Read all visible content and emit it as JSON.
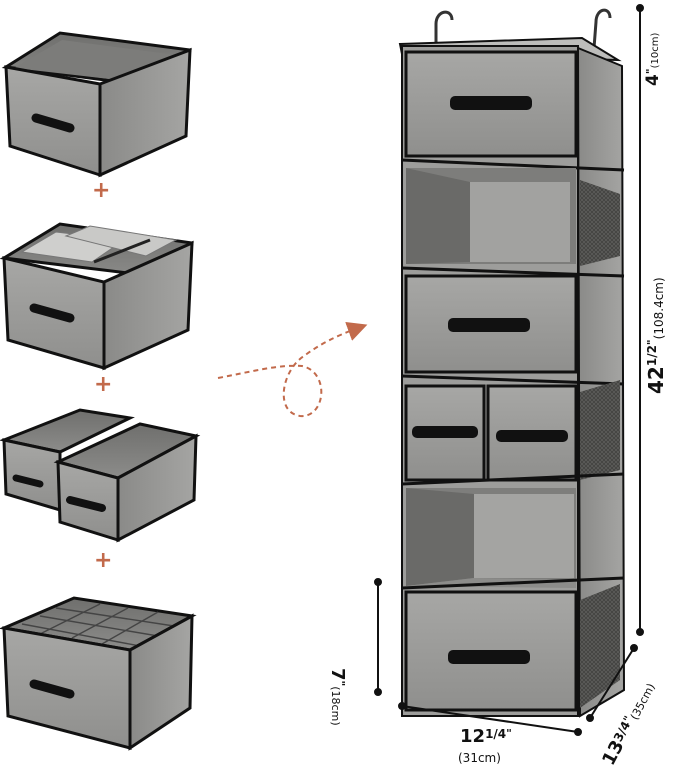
{
  "operators": {
    "plus_1": "+",
    "plus_2": "+",
    "plus_3": "+"
  },
  "dimensions": {
    "top_drawer_height": {
      "value": "4",
      "unit_mark": "\"",
      "metric": "(10cm)"
    },
    "total_height": {
      "whole": "42",
      "fraction": "1/2",
      "unit_mark": "\"",
      "metric": "(108.4cm)"
    },
    "bottom_drawer_height": {
      "value": "7",
      "unit_mark": "\"",
      "metric": "(18cm)"
    },
    "width": {
      "whole": "12",
      "fraction": "1/4",
      "unit_mark": "\"",
      "metric": "(31cm)"
    },
    "depth": {
      "whole": "13",
      "fraction": "3/4",
      "unit_mark": "\"",
      "metric": "(35cm)"
    }
  },
  "colors": {
    "fabric_gray": "#9a9a98",
    "fabric_light": "#b4b4b2",
    "fabric_dark": "#6f6f6d",
    "trim_black": "#111111",
    "accent_arrow": "#c26a4b"
  },
  "icons": {
    "arrow": "curved-dashed-arrow-icon",
    "hook": "hanger-hook-icon"
  }
}
